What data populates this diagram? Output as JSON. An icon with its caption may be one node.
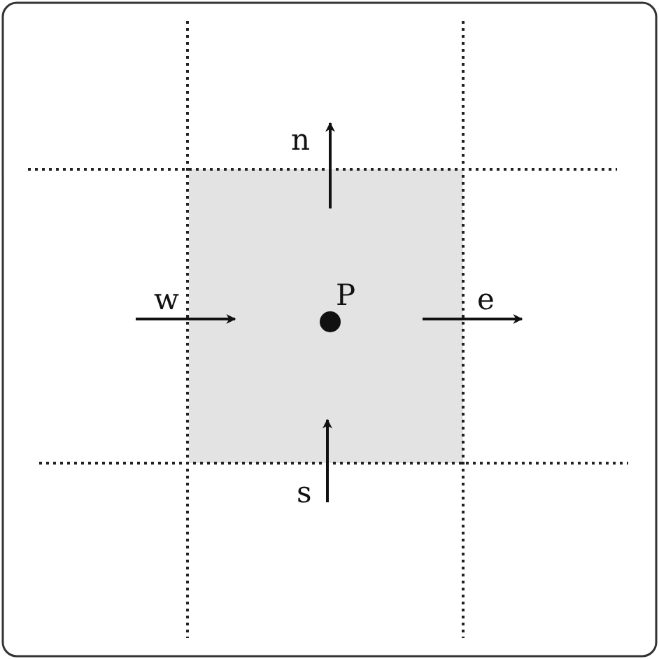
{
  "diagram": {
    "labels": [
      "n",
      "w",
      "P",
      "e",
      "s"
    ]
  }
}
